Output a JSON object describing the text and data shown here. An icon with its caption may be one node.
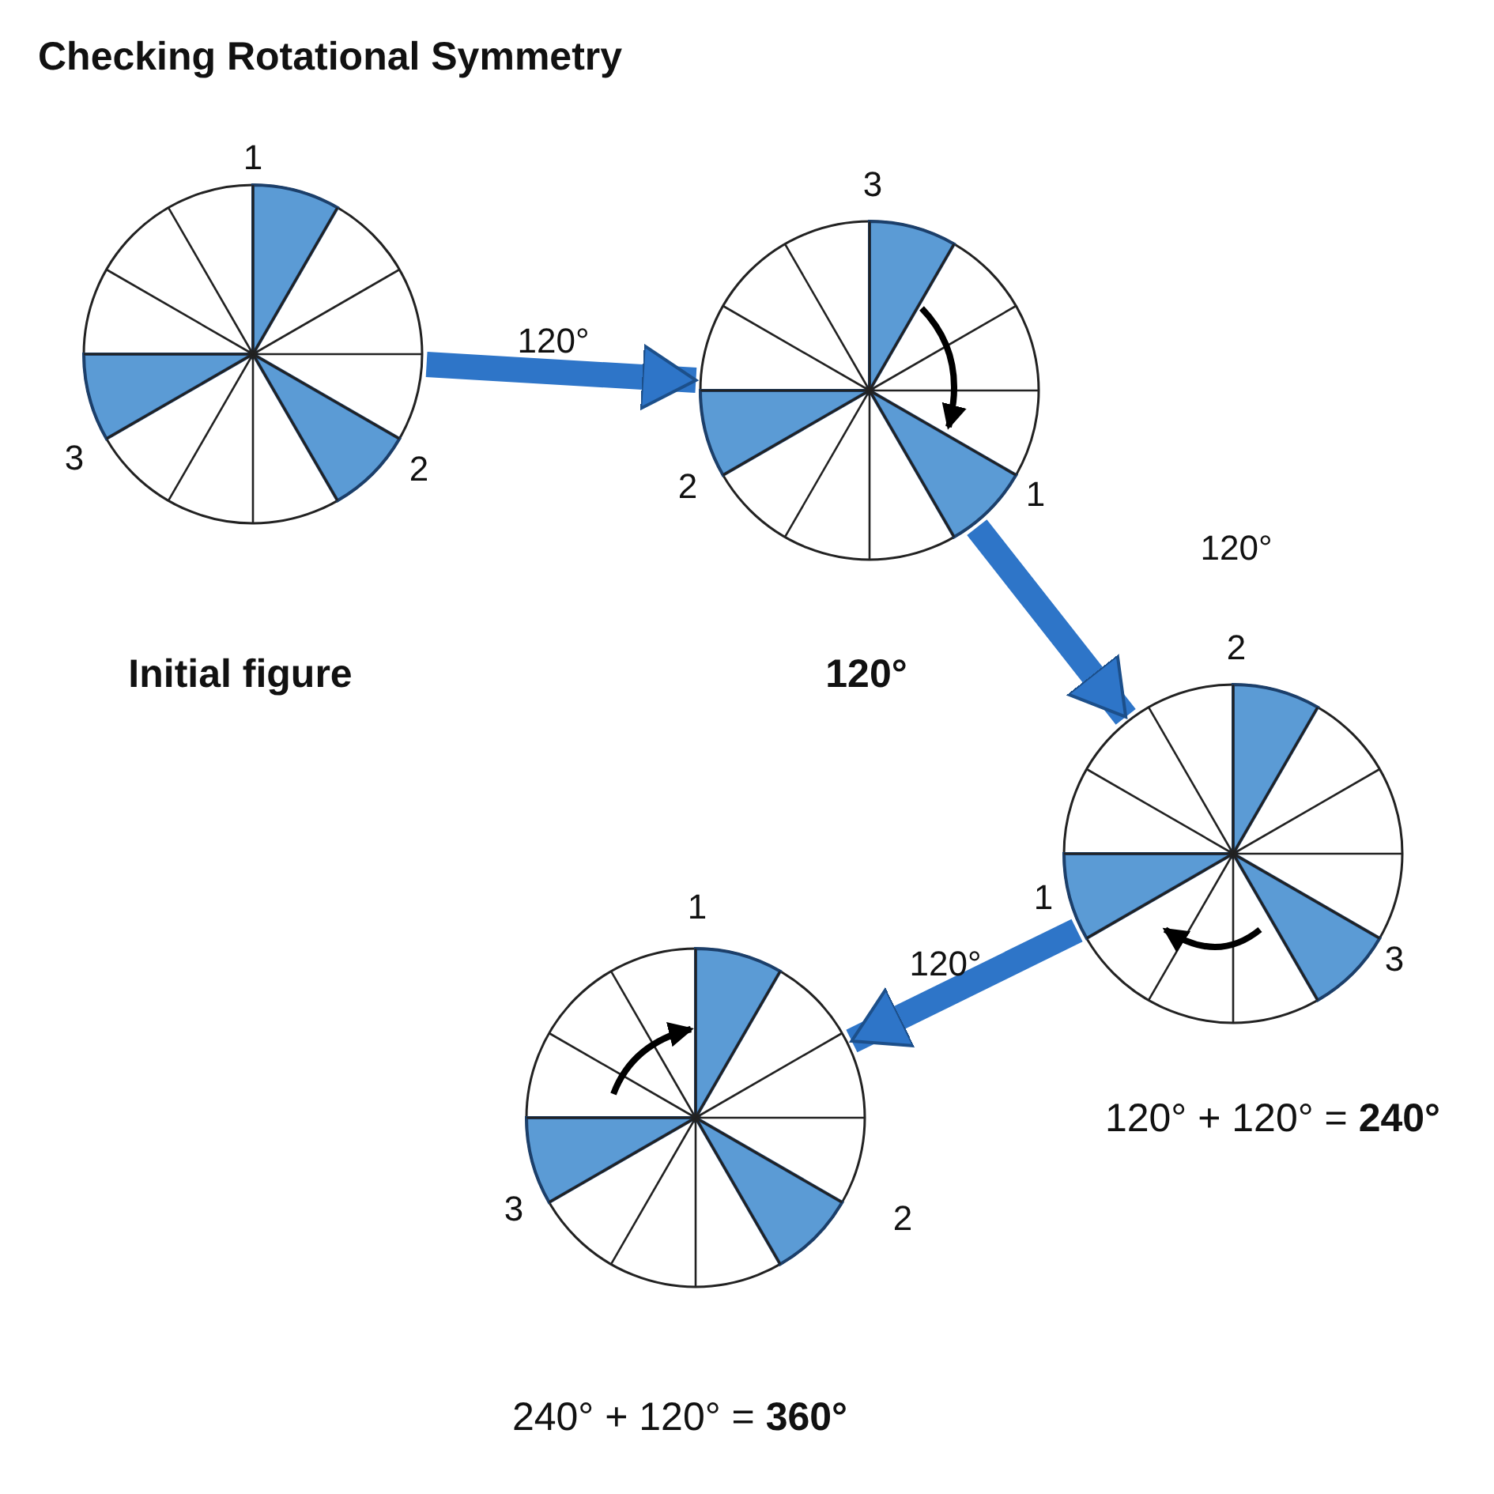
{
  "diagram": {
    "title": "Checking Rotational Symmetry",
    "nodes": [
      {
        "text": [],
        "shape": "circle",
        "beside": [
          "1",
          "3",
          "2",
          "Initial figure"
        ]
      },
      {
        "text": [],
        "shape": "circle",
        "beside": [
          "3",
          "2",
          "1",
          "120°"
        ]
      },
      {
        "text": [],
        "shape": "circle",
        "beside": [
          "2",
          "1",
          "3",
          "120° + 120° = **240°**"
        ]
      },
      {
        "text": [],
        "shape": "circle",
        "beside": [
          "1",
          "3",
          "2",
          "240° + 120° = **360°**"
        ]
      }
    ],
    "edges": [
      {
        "from": 0,
        "to": 1,
        "arrow": "to",
        "label": "120°"
      },
      {
        "from": 1,
        "to": 2,
        "arrow": "to",
        "label": "120°"
      },
      {
        "from": 2,
        "to": 3,
        "arrow": "to",
        "label": "120°"
      }
    ]
  }
}
